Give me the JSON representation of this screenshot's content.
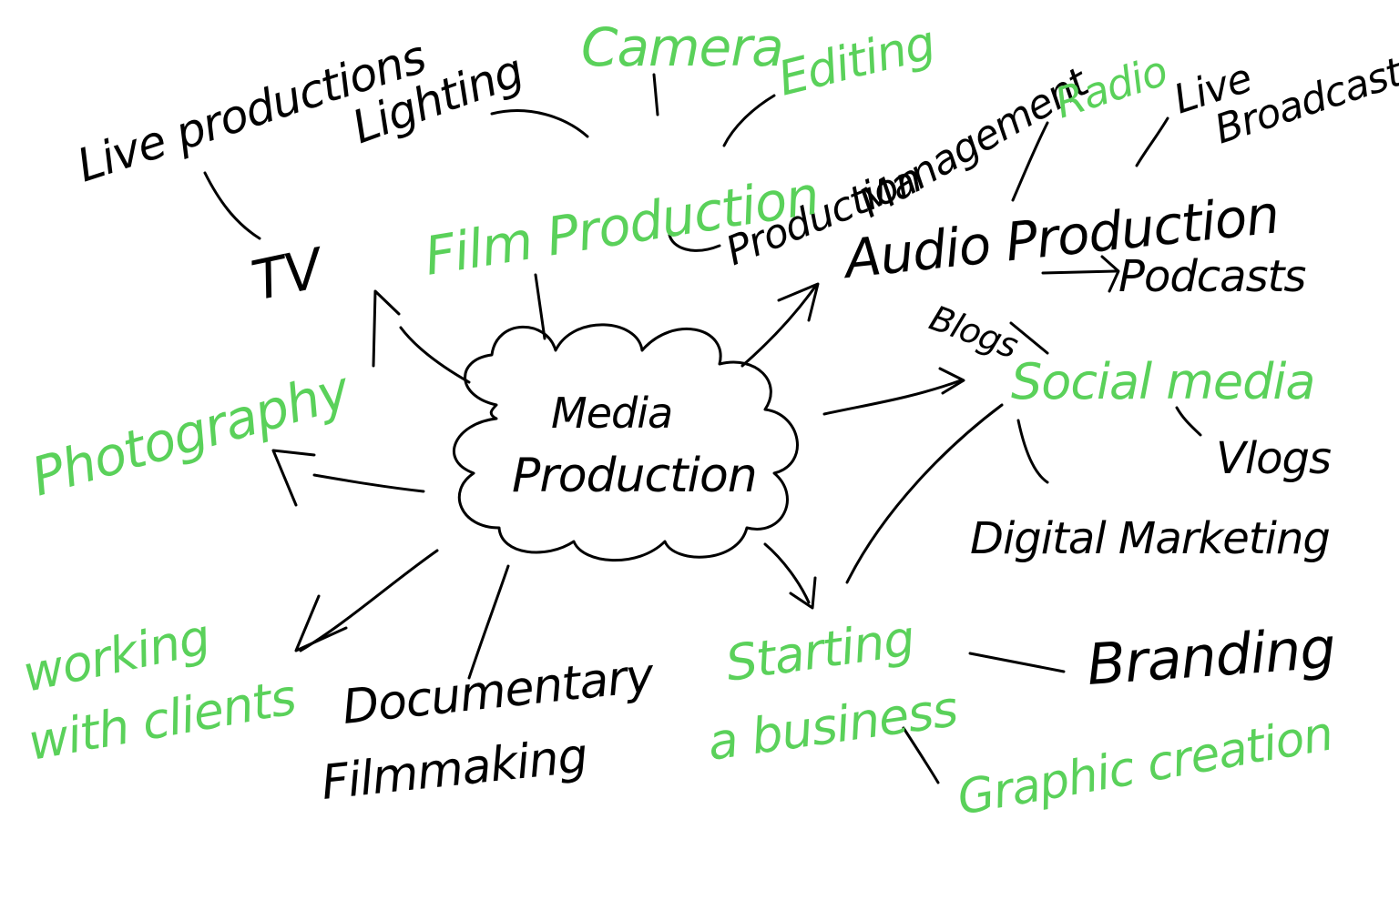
{
  "colors": {
    "ink": "#000000",
    "accent": "#5ad15a",
    "background": "#ffffff"
  },
  "center": {
    "label_line1": "Media",
    "label_line2": "Production",
    "color": "ink"
  },
  "nodes": {
    "live_productions": {
      "label": "Live productions",
      "color": "ink"
    },
    "lighting": {
      "label": "Lighting",
      "color": "ink"
    },
    "camera": {
      "label": "Camera",
      "color": "accent"
    },
    "editing": {
      "label": "Editing",
      "color": "accent"
    },
    "production_management": {
      "label_line1": "Production",
      "label_line2": "Management",
      "color": "ink"
    },
    "radio": {
      "label": "Radio",
      "color": "accent"
    },
    "live_broadcasts": {
      "label_line1": "Live",
      "label_line2": "Broadcasts",
      "color": "ink"
    },
    "film_production": {
      "label": "Film Production",
      "color": "accent"
    },
    "audio_production": {
      "label": "Audio Production",
      "color": "ink"
    },
    "podcasts": {
      "label": "Podcasts",
      "color": "ink"
    },
    "tv": {
      "label": "TV",
      "color": "ink"
    },
    "blogs": {
      "label": "Blogs",
      "color": "ink"
    },
    "social_media": {
      "label": "Social media",
      "color": "accent"
    },
    "photography": {
      "label": "Photography",
      "color": "accent"
    },
    "vlogs": {
      "label": "Vlogs",
      "color": "ink"
    },
    "digital_marketing": {
      "label": "Digital Marketing",
      "color": "ink"
    },
    "working_with_clients": {
      "label_line1": "working",
      "label_line2": "with clients",
      "color": "accent"
    },
    "documentary_filmmaking": {
      "label_line1": "Documentary",
      "label_line2": "Filmmaking",
      "color": "ink"
    },
    "starting_a_business": {
      "label_line1": "Starting",
      "label_line2": "a business",
      "color": "accent"
    },
    "branding": {
      "label": "Branding",
      "color": "ink"
    },
    "graphic_creation": {
      "label": "Graphic creation",
      "color": "accent"
    }
  }
}
